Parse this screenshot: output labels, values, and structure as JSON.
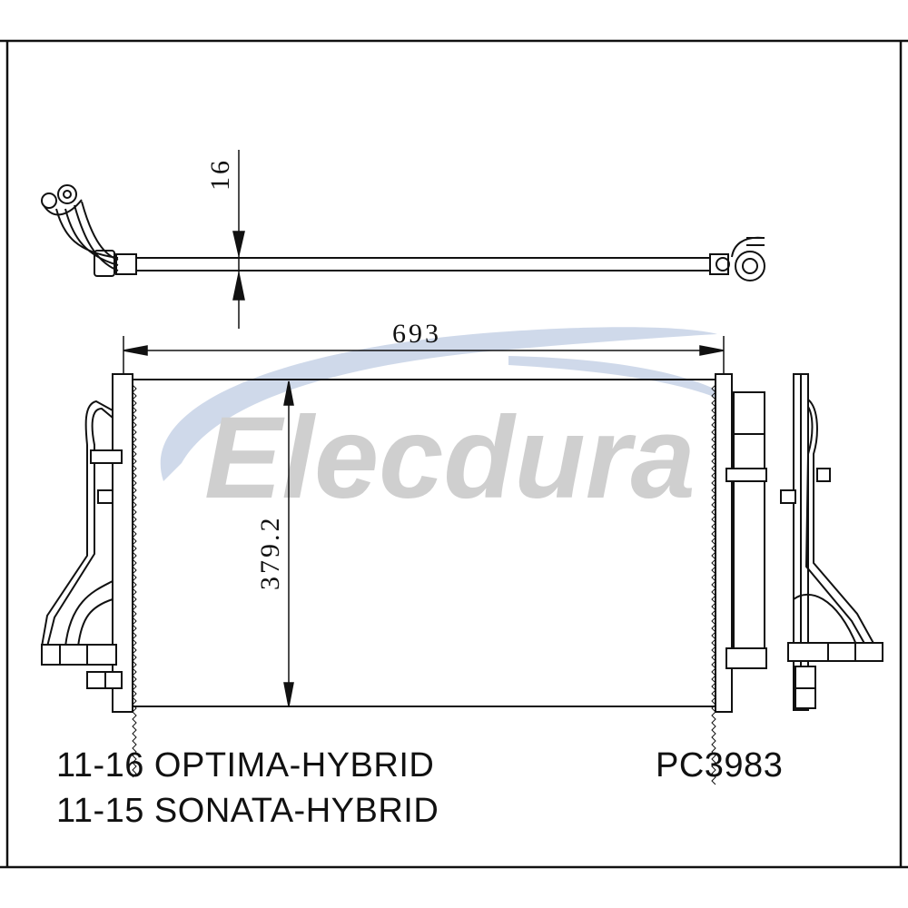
{
  "watermark": {
    "brand": "Elecdura",
    "swoosh_color": "#c7d2e6",
    "text_color": "#cfcfcf"
  },
  "dimensions": {
    "thickness": "16",
    "width": "693",
    "height": "379.2"
  },
  "captions": {
    "model_line_1": "11-16 OPTIMA-HYBRID",
    "model_line_2": "11-15 SONATA-HYBRID",
    "part_number": "PC3983"
  },
  "colors": {
    "line": "#111111",
    "background": "#ffffff"
  }
}
